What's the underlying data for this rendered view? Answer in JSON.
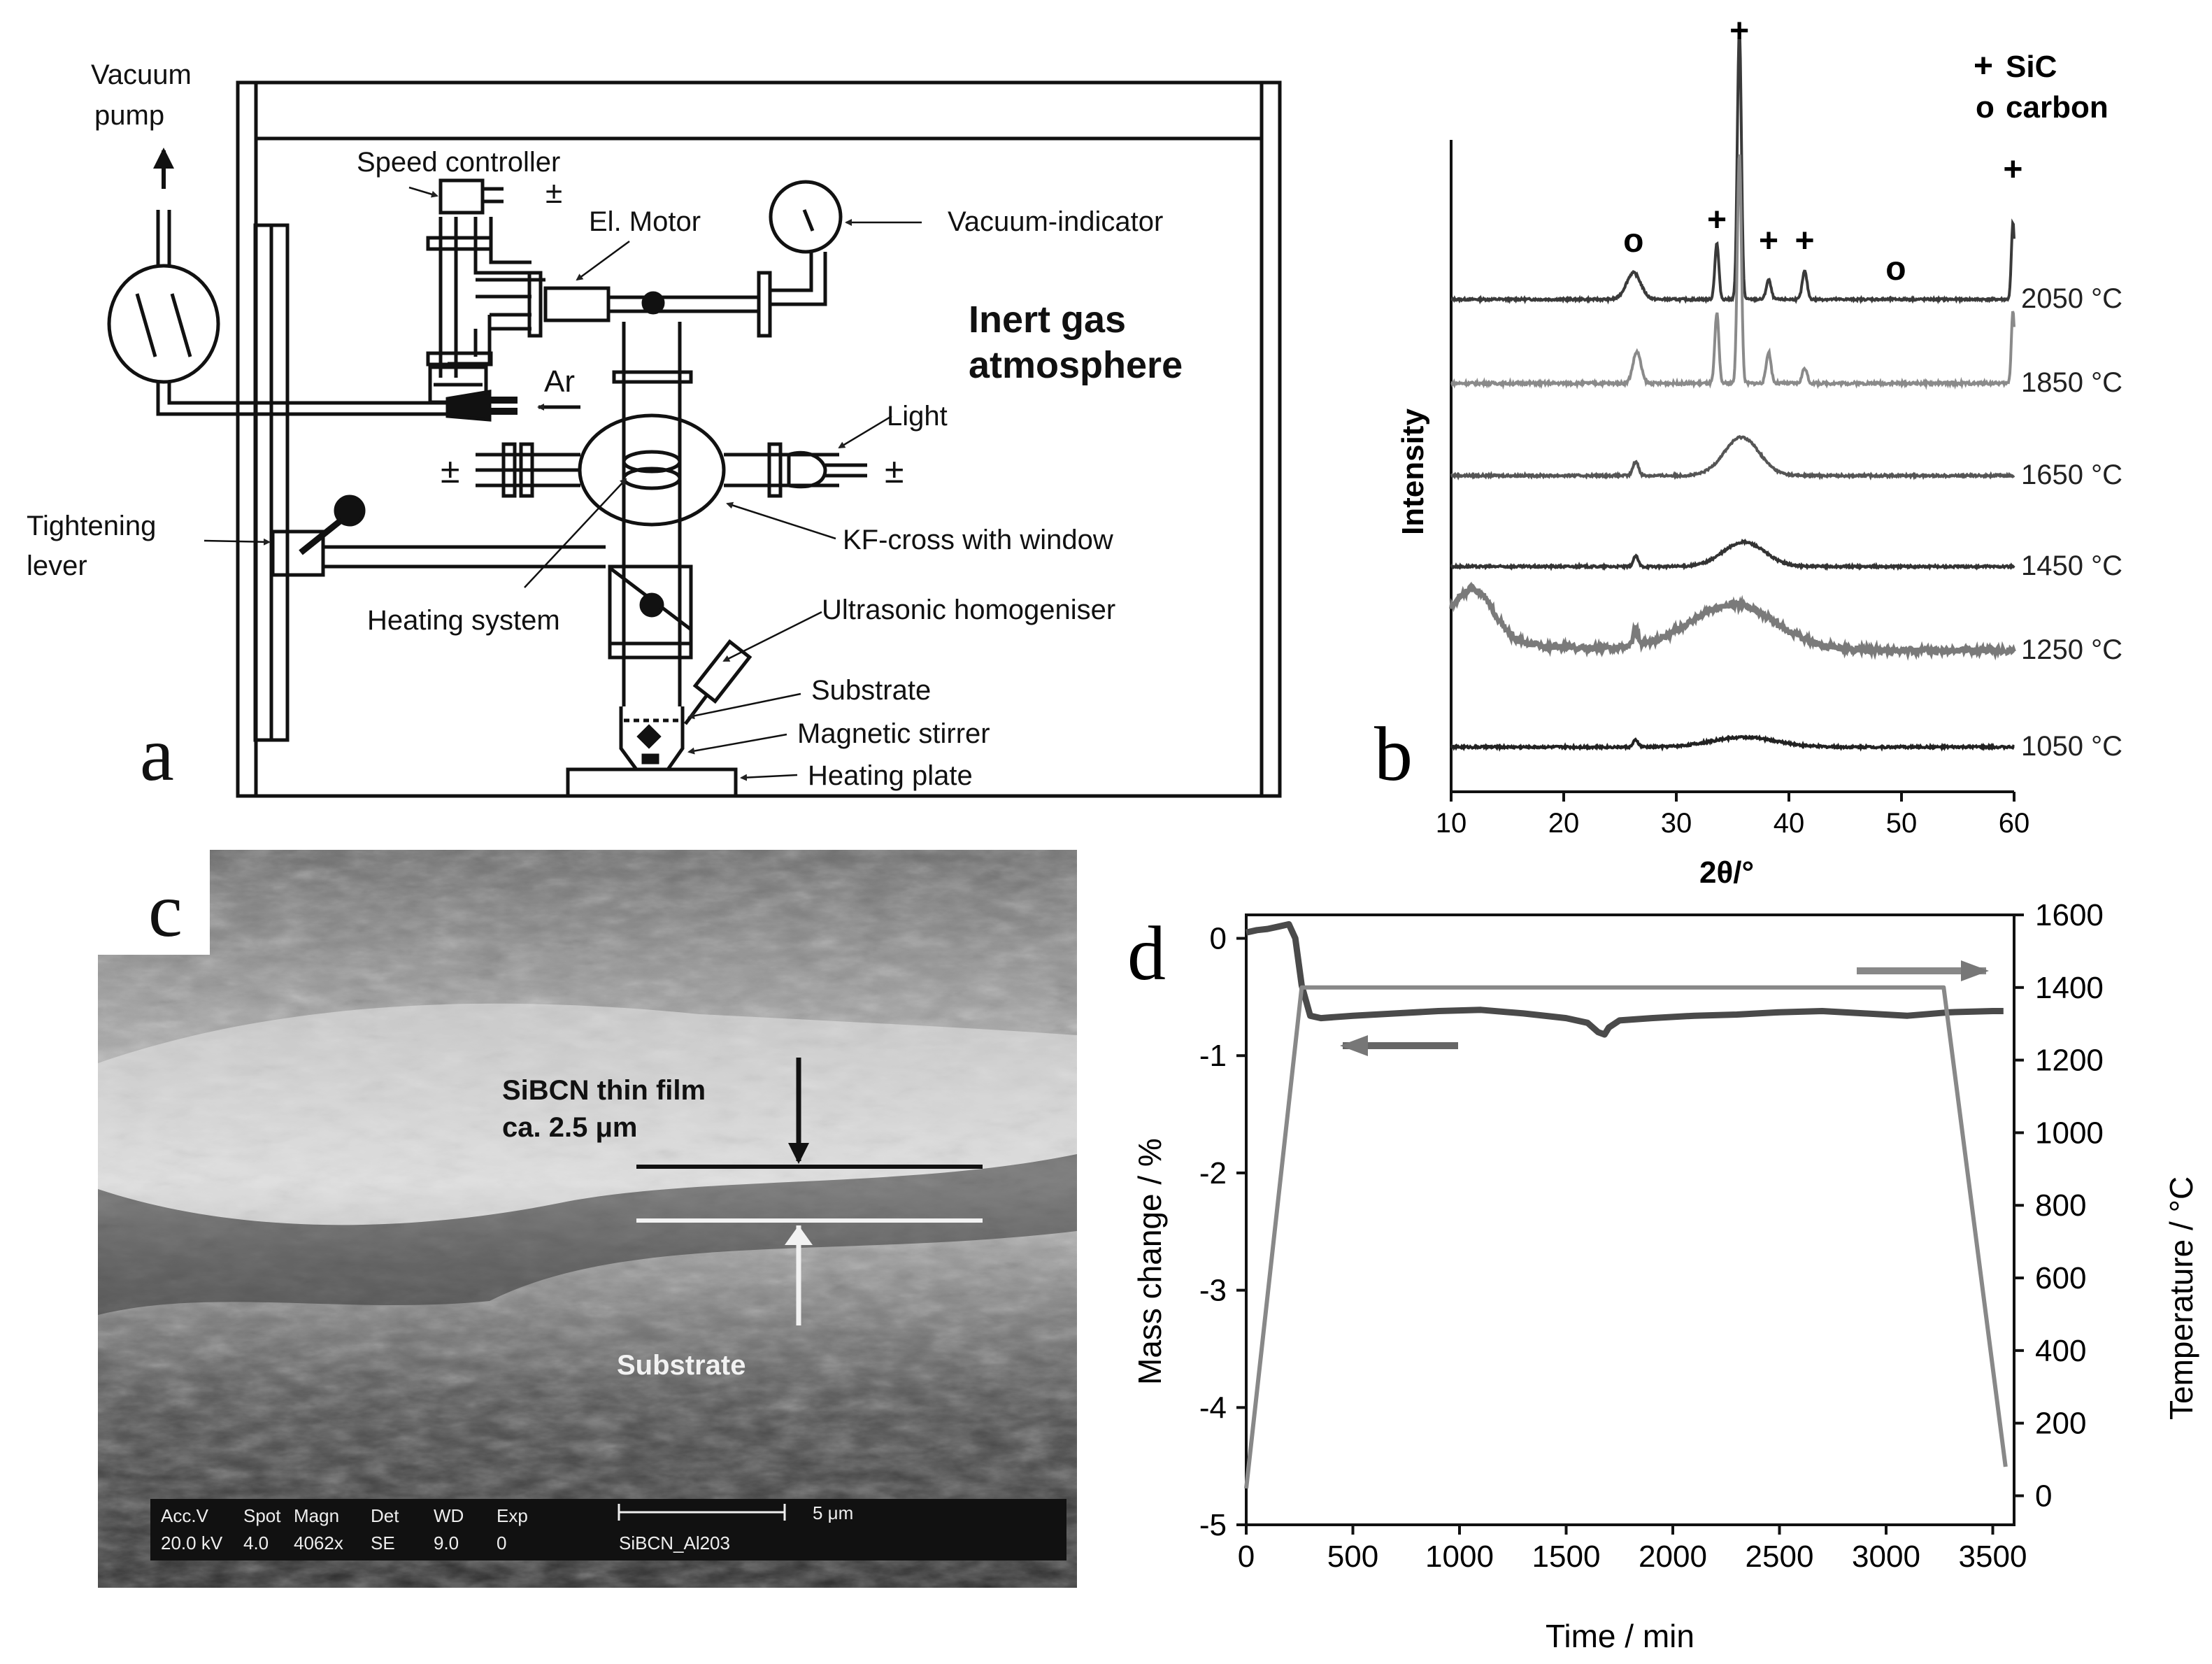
{
  "panels": {
    "a": "a",
    "b": "b",
    "c": "c",
    "d": "d"
  },
  "schematic": {
    "vacuum_pump_line1": "Vacuum",
    "vacuum_pump_line2": "pump",
    "speed_controller": "Speed controller",
    "el_motor": "El. Motor",
    "vacuum_indicator": "Vacuum-indicator",
    "inert_gas_line1": "Inert gas",
    "inert_gas_line2": "atmosphere",
    "ar": "Ar",
    "light": "Light",
    "tightening_line1": "Tightening",
    "tightening_line2": "lever",
    "kf_cross": "KF-cross with window",
    "heating_system": "Heating system",
    "ultrasonic": "Ultrasonic  homogeniser",
    "substrate": "Substrate",
    "magnetic_stirrer": "Magnetic stirrer",
    "heating_plate": "Heating plate",
    "plus": "±",
    "plus_minus_left": "+\n−"
  },
  "sem": {
    "film_label_line1": "SiBCN thin film",
    "film_label_line2": "ca. 2.5 μm",
    "substrate_label": "Substrate",
    "info_header": [
      "Acc.V",
      "Spot",
      "Magn",
      "Det",
      "WD",
      "Exp"
    ],
    "info_values": [
      "20.0 kV",
      "4.0",
      "4062x",
      "SE",
      "9.0",
      "0"
    ],
    "scale_bar": "5 μm",
    "sample_name": "SiBCN_Al203"
  },
  "chart_data": [
    {
      "panel": "b",
      "type": "line",
      "xlabel": "2θ/°",
      "ylabel": "Intensity",
      "xlim": [
        10,
        60
      ],
      "x_ticks": [
        10,
        20,
        30,
        40,
        50,
        60
      ],
      "legend": {
        "placement": "top-right",
        "entries": [
          {
            "marker": "+",
            "label": "SiC"
          },
          {
            "marker": "o",
            "label": "carbon"
          }
        ]
      },
      "series": [
        {
          "name": "2050 °C",
          "color": "#3a3a3a"
        },
        {
          "name": "1850 °C",
          "color": "#8a8a8a"
        },
        {
          "name": "1650 °C",
          "color": "#555555"
        },
        {
          "name": "1450 °C",
          "color": "#333333"
        },
        {
          "name": "1250 °C",
          "color": "#7a7a7a"
        },
        {
          "name": "1050 °C",
          "color": "#222222"
        }
      ],
      "peak_markers": [
        {
          "symbol": "o",
          "x": 26.2,
          "series": "2050 °C"
        },
        {
          "symbol": "+",
          "x": 33.6,
          "series": "2050 °C"
        },
        {
          "symbol": "+",
          "x": 35.6,
          "series": "2050 °C"
        },
        {
          "symbol": "+",
          "x": 38.2,
          "series": "2050 °C"
        },
        {
          "symbol": "+",
          "x": 41.4,
          "series": "2050 °C"
        },
        {
          "symbol": "o",
          "x": 49.5,
          "series": "2050 °C"
        },
        {
          "symbol": "+",
          "x": 59.9,
          "series": "2050 °C"
        }
      ]
    },
    {
      "panel": "d",
      "type": "line",
      "xlabel": "Time / min",
      "ylabel": "Mass change / %",
      "ylabel_right": "Temperature / °C",
      "xlim": [
        0,
        3600
      ],
      "ylim": [
        -5,
        0.2
      ],
      "ylim_right": [
        -80,
        1600
      ],
      "x_ticks": [
        0,
        500,
        1000,
        1500,
        2000,
        2500,
        3000,
        3500
      ],
      "y_ticks": [
        0,
        -1,
        -2,
        -3,
        -4,
        -5
      ],
      "y_ticks_right": [
        0,
        200,
        400,
        600,
        800,
        1000,
        1200,
        1400,
        1600
      ],
      "series": [
        {
          "name": "Mass change",
          "axis": "left",
          "color": "#4a4a4a",
          "x": [
            0,
            50,
            100,
            150,
            200,
            230,
            260,
            300,
            350,
            500,
            700,
            900,
            1100,
            1300,
            1500,
            1600,
            1650,
            1680,
            1700,
            1750,
            1900,
            2100,
            2300,
            2500,
            2700,
            2900,
            3100,
            3300,
            3500,
            3550
          ],
          "y": [
            0.05,
            0.07,
            0.08,
            0.1,
            0.12,
            0.0,
            -0.4,
            -0.66,
            -0.68,
            -0.66,
            -0.64,
            -0.62,
            -0.61,
            -0.64,
            -0.68,
            -0.72,
            -0.8,
            -0.82,
            -0.76,
            -0.7,
            -0.68,
            -0.66,
            -0.65,
            -0.63,
            -0.62,
            -0.64,
            -0.66,
            -0.63,
            -0.62,
            -0.62
          ]
        },
        {
          "name": "Temperature",
          "axis": "right",
          "color": "#888888",
          "x": [
            0,
            260,
            3270,
            3560
          ],
          "y": [
            20,
            1400,
            1400,
            80
          ]
        }
      ]
    }
  ]
}
